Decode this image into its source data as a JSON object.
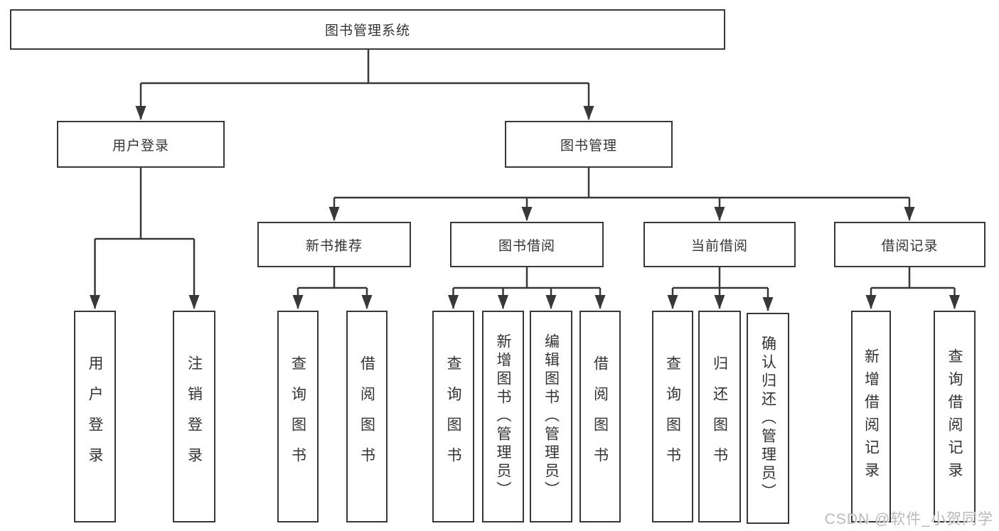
{
  "nodes": {
    "root": {
      "label": "图书管理系统"
    },
    "user_login": {
      "label": "用户登录"
    },
    "book_mgmt": {
      "label": "图书管理"
    },
    "new_book_rec": {
      "label": "新书推荐"
    },
    "book_borrow": {
      "label": "图书借阅"
    },
    "current_borrow": {
      "label": "当前借阅"
    },
    "borrow_records": {
      "label": "借阅记录"
    },
    "leaf_user_login": {
      "label": "用户登录"
    },
    "leaf_logout": {
      "label": "注销登录"
    },
    "rec_query_books": {
      "label": "查询图书"
    },
    "rec_borrow_books": {
      "label": "借阅图书"
    },
    "bb_query_books": {
      "label": "查询图书"
    },
    "bb_add_books": {
      "label": "新增图书（管理员）"
    },
    "bb_edit_books": {
      "label": "编辑图书（管理员）"
    },
    "bb_borrow_books": {
      "label": "借阅图书"
    },
    "cb_query_books": {
      "label": "查询图书"
    },
    "cb_return_books": {
      "label": "归还图书"
    },
    "cb_confirm_return": {
      "label": "确认归还（管理员）"
    },
    "br_add_record": {
      "label": "新增借阅记录"
    },
    "br_query_record": {
      "label": "查询借阅记录"
    }
  },
  "watermark": {
    "text": "CSDN @软件_小贺同学"
  },
  "colors": {
    "line": "#383838",
    "box_border": "#383838",
    "text": "#333333",
    "background": "#ffffff",
    "watermark": "#b9b9b9"
  }
}
